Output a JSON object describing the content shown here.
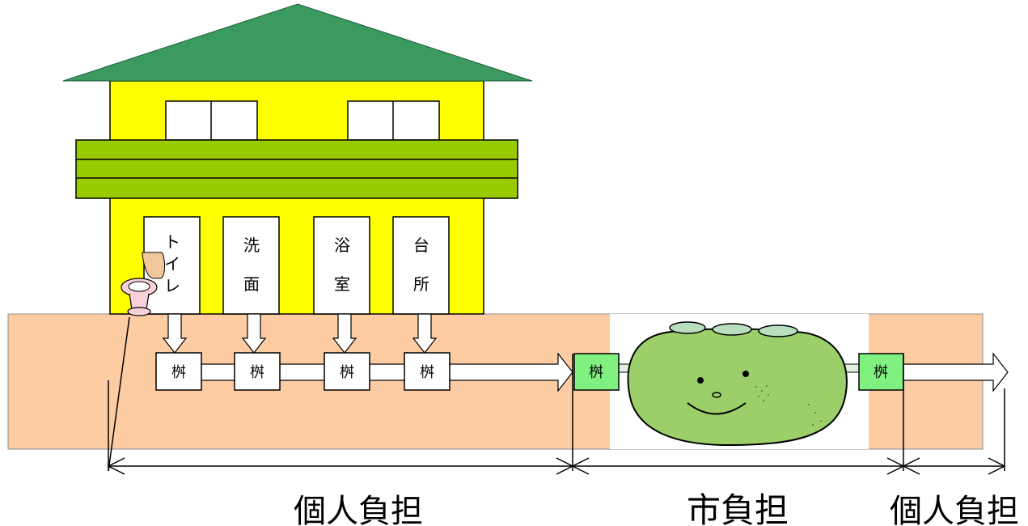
{
  "rooms": [
    {
      "name": "toilet",
      "chars": [
        "ト",
        "イ",
        "レ"
      ]
    },
    {
      "name": "washroom",
      "chars": [
        "洗",
        "面"
      ]
    },
    {
      "name": "bathroom",
      "chars": [
        "浴",
        "室"
      ]
    },
    {
      "name": "kitchen",
      "chars": [
        "台",
        "所"
      ]
    }
  ],
  "masu_label": "桝",
  "cost_labels": {
    "private_left": "個人負担",
    "city": "市負担",
    "private_right": "個人負担"
  },
  "colors": {
    "roof": "#3a9a60",
    "house_wall": "#ffff00",
    "balcony": "#99cc00",
    "ground": "#fdcca3",
    "tank": "#9ccf6a",
    "tank_masu": "#80f080"
  }
}
